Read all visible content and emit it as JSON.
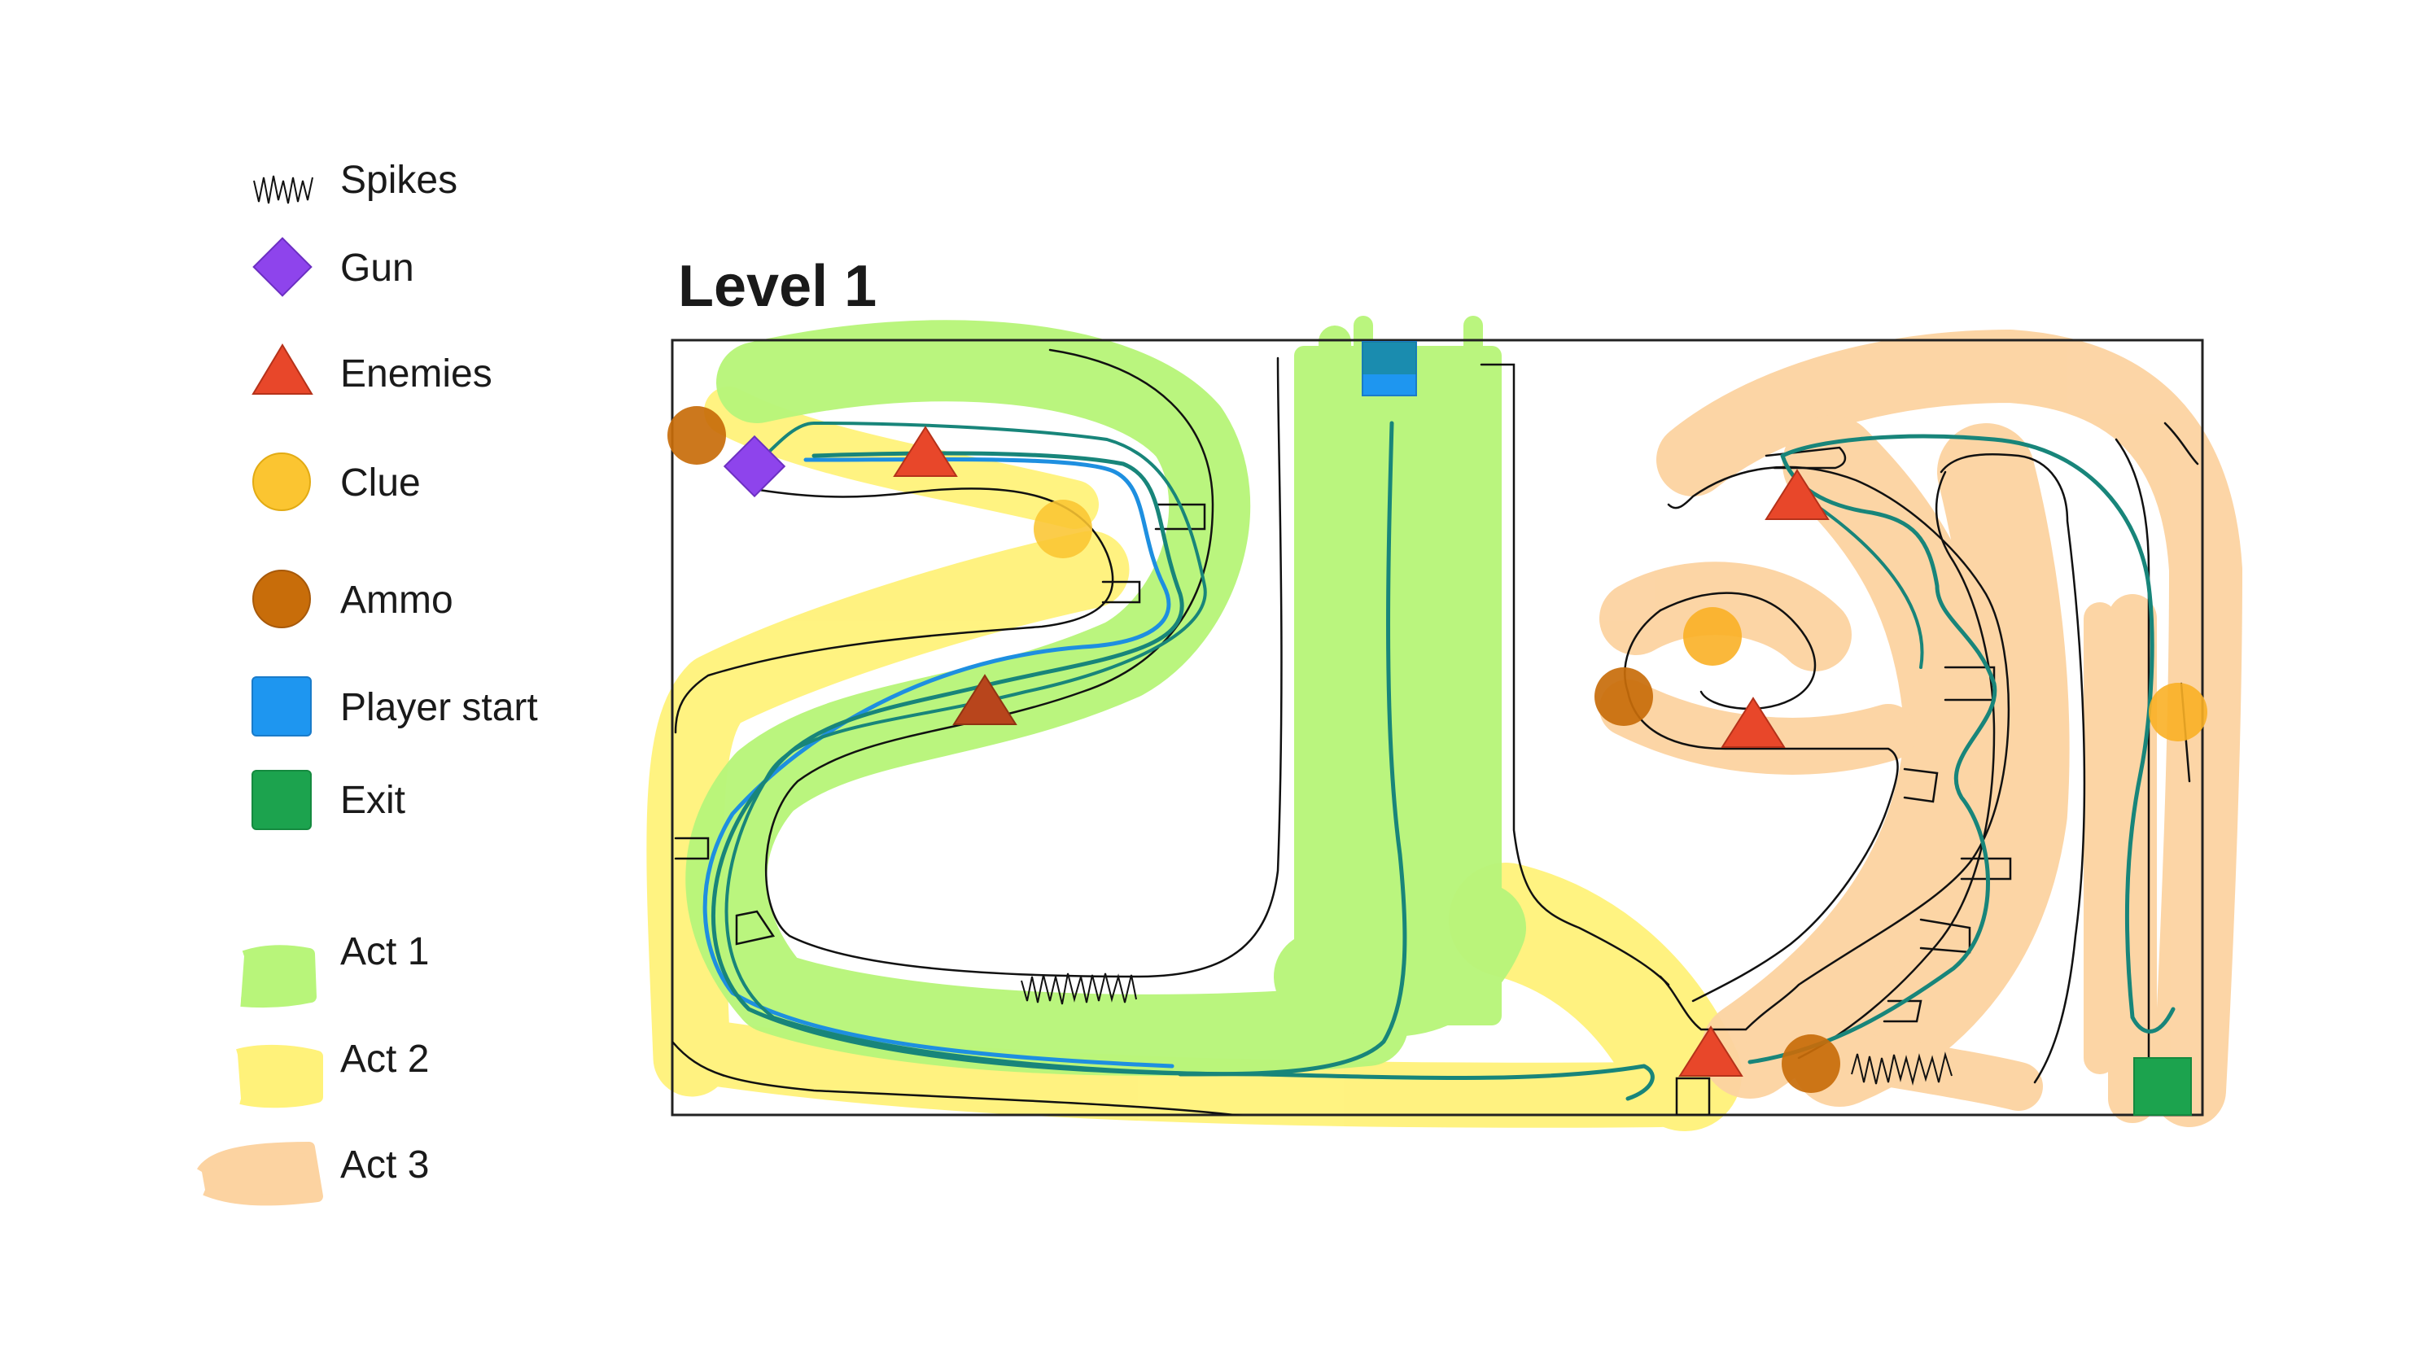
{
  "title": "Level 1",
  "legend": {
    "spikes": {
      "label": "Spikes",
      "icon": "spikes-icon"
    },
    "gun": {
      "label": "Gun",
      "icon": "diamond-icon",
      "color": "#8e44ec"
    },
    "enemies": {
      "label": "Enemies",
      "icon": "triangle-icon",
      "color": "#e8472a"
    },
    "clue": {
      "label": "Clue",
      "icon": "circle-icon",
      "color": "#fbc531"
    },
    "ammo": {
      "label": "Ammo",
      "icon": "circle-icon",
      "color": "#c86d0a"
    },
    "player_start": {
      "label": "Player start",
      "icon": "square-icon",
      "color": "#1e96f0"
    },
    "exit": {
      "label": "Exit",
      "icon": "square-icon",
      "color": "#1ca34e"
    },
    "act1": {
      "label": "Act 1",
      "color": "#b8f57a"
    },
    "act2": {
      "label": "Act 2",
      "color": "#fff27a"
    },
    "act3": {
      "label": "Act 3",
      "color": "#fcd3a1"
    }
  },
  "path_colors": {
    "route": "#18857a",
    "alt_route": "#1e8fe0"
  }
}
